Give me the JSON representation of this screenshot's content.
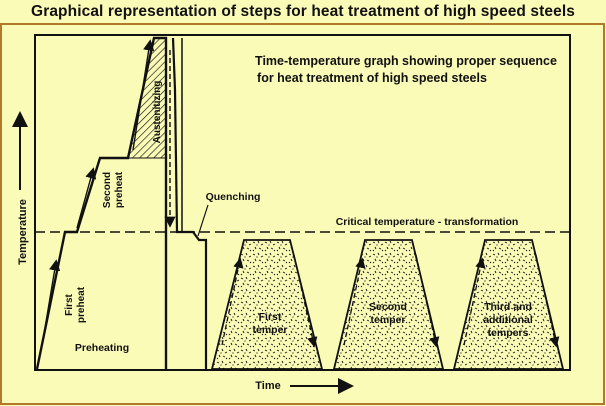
{
  "title": "Graphical representation of steps for heat treatment of high speed steels",
  "caption_line1": "Time-temperature graph showing proper sequence",
  "caption_line2": "for  heat treatment of high speed steels",
  "axis_y_label": "Temperature",
  "axis_x_label": "Time",
  "critical_line_label": "Critical temperature - transformation",
  "stages": {
    "preheating": "Preheating",
    "first_preheat_1": "First",
    "first_preheat_2": "preheat",
    "second_preheat_1": "Second",
    "second_preheat_2": "preheat",
    "austenitizing": "Austenitizing",
    "quenching": "Quenching",
    "first_temper_1": "First",
    "first_temper_2": "temper",
    "second_temper_1": "Second",
    "second_temper_2": "temper",
    "third_temper_1": "Third and",
    "third_temper_2": "additional",
    "third_temper_3": "tempers"
  },
  "colors": {
    "background": "#fbfbb8",
    "frame_border": "#b07a2a",
    "ink": "#111111"
  }
}
